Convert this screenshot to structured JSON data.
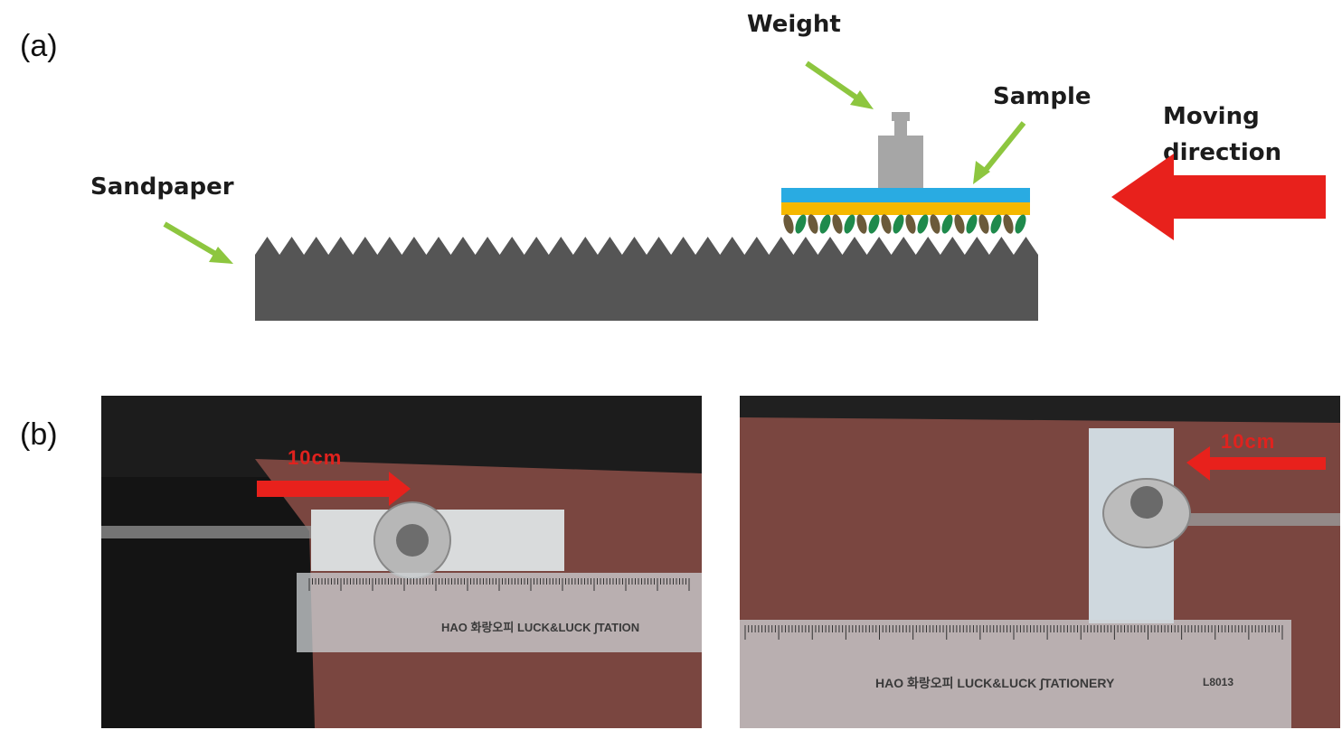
{
  "panel_a": {
    "label": "(a)",
    "weight_label": "Weight",
    "sample_label": "Sample",
    "sandpaper_label": "Sandpaper",
    "moving_direction_line1": "Moving",
    "moving_direction_line2": "direction"
  },
  "panel_b": {
    "label": "(b)",
    "photo_left": {
      "distance_label": "10cm",
      "ruler_brand": "HAO 화랑오피 LUCK&LUCK ∫TATION"
    },
    "photo_right": {
      "distance_label": "10cm",
      "ruler_brand": "HAO 화랑오피 LUCK&LUCK ∫TATIONERY",
      "ruler_code": "L8013"
    }
  },
  "colors": {
    "sandpaper": "#555555",
    "weight": "#a6a6a6",
    "sample_top": "#29abe2",
    "sample_middle": "#f5b800",
    "callout_arrow": "#8dc63f",
    "direction_arrow": "#e8211c"
  }
}
